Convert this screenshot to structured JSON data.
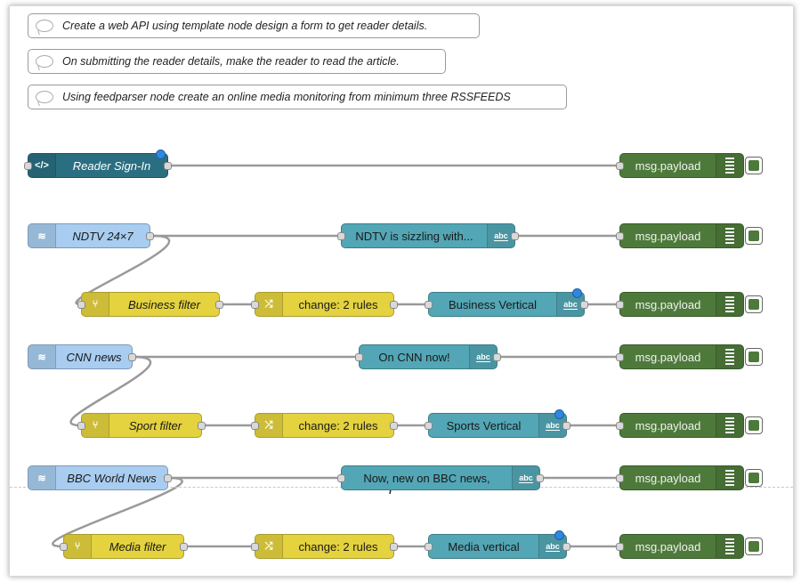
{
  "comments": [
    {
      "text": "Create a web API using template node design a form to get reader details."
    },
    {
      "text": "On submitting the reader details, make the reader to read the article."
    },
    {
      "text": "Using feedparser node create an online media monitoring from minimum three RSSFEEDS"
    }
  ],
  "nodes": {
    "reader_signin": {
      "label": "Reader Sign-In",
      "icon": "code-icon"
    },
    "debug_1": {
      "label": "msg.payload"
    },
    "ndtv_feed": {
      "label": "NDTV 24×7",
      "icon": "feed-icon"
    },
    "ndtv_template": {
      "label": "NDTV is sizzling with...",
      "icon": "abc"
    },
    "debug_2": {
      "label": "msg.payload"
    },
    "business_filter": {
      "label": "Business filter",
      "icon": "switch-icon"
    },
    "change_1": {
      "label": "change: 2 rules",
      "icon": "shuffle-icon"
    },
    "business_vertical": {
      "label": "Business Vertical",
      "icon": "abc"
    },
    "debug_3": {
      "label": "msg.payload"
    },
    "cnn_feed": {
      "label": "CNN news",
      "icon": "feed-icon"
    },
    "cnn_template": {
      "label": "On CNN now!",
      "icon": "abc"
    },
    "debug_4": {
      "label": "msg.payload"
    },
    "sport_filter": {
      "label": "Sport filter",
      "icon": "switch-icon"
    },
    "change_2": {
      "label": "change: 2 rules",
      "icon": "shuffle-icon"
    },
    "sports_vertical": {
      "label": "Sports Vertical",
      "icon": "abc"
    },
    "debug_5": {
      "label": "msg.payload"
    },
    "bbc_feed": {
      "label": "BBC World News",
      "icon": "feed-icon"
    },
    "bbc_template": {
      "label": "Now, new on BBC news,",
      "icon": "abc"
    },
    "debug_6": {
      "label": "msg.payload"
    },
    "media_filter": {
      "label": "Media filter",
      "icon": "switch-icon"
    },
    "change_3": {
      "label": "change: 2 rules",
      "icon": "shuffle-icon"
    },
    "media_vertical": {
      "label": "Media vertical",
      "icon": "abc"
    },
    "debug_7": {
      "label": "msg.payload"
    }
  },
  "abc_label": "abc",
  "colors": {
    "template_dark": "#2a6f81",
    "feedparser": "#a8cdf0",
    "switch": "#e4d23e",
    "template": "#53a6b5",
    "debug": "#4d7a3a",
    "changed_dot": "#2f87e0"
  }
}
